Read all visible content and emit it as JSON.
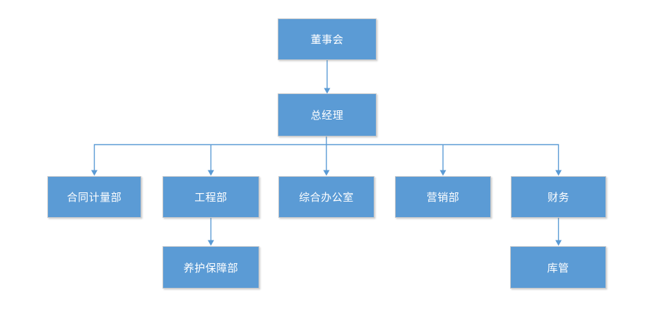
{
  "diagram": {
    "type": "org-chart",
    "nodes": {
      "board": {
        "label": "董事会"
      },
      "general_manager": {
        "label": "总经理"
      },
      "contract_measurement_dept": {
        "label": "合同计量部"
      },
      "engineering_dept": {
        "label": "工程部"
      },
      "general_office": {
        "label": "综合办公室"
      },
      "marketing_dept": {
        "label": "营销部"
      },
      "finance": {
        "label": "财务"
      },
      "maintenance_support_dept": {
        "label": "养护保障部"
      },
      "warehouse": {
        "label": "库管"
      }
    },
    "edges": [
      {
        "from": "board",
        "to": "general_manager"
      },
      {
        "from": "general_manager",
        "to": "contract_measurement_dept"
      },
      {
        "from": "general_manager",
        "to": "engineering_dept"
      },
      {
        "from": "general_manager",
        "to": "general_office"
      },
      {
        "from": "general_manager",
        "to": "marketing_dept"
      },
      {
        "from": "general_manager",
        "to": "finance"
      },
      {
        "from": "engineering_dept",
        "to": "maintenance_support_dept"
      },
      {
        "from": "finance",
        "to": "warehouse"
      }
    ],
    "colors": {
      "node_fill": "#5B9BD5",
      "node_border": "#C9CACC",
      "connector": "#5B9BD5",
      "node_text": "#FFFFFF",
      "background": "#FFFFFF"
    }
  }
}
